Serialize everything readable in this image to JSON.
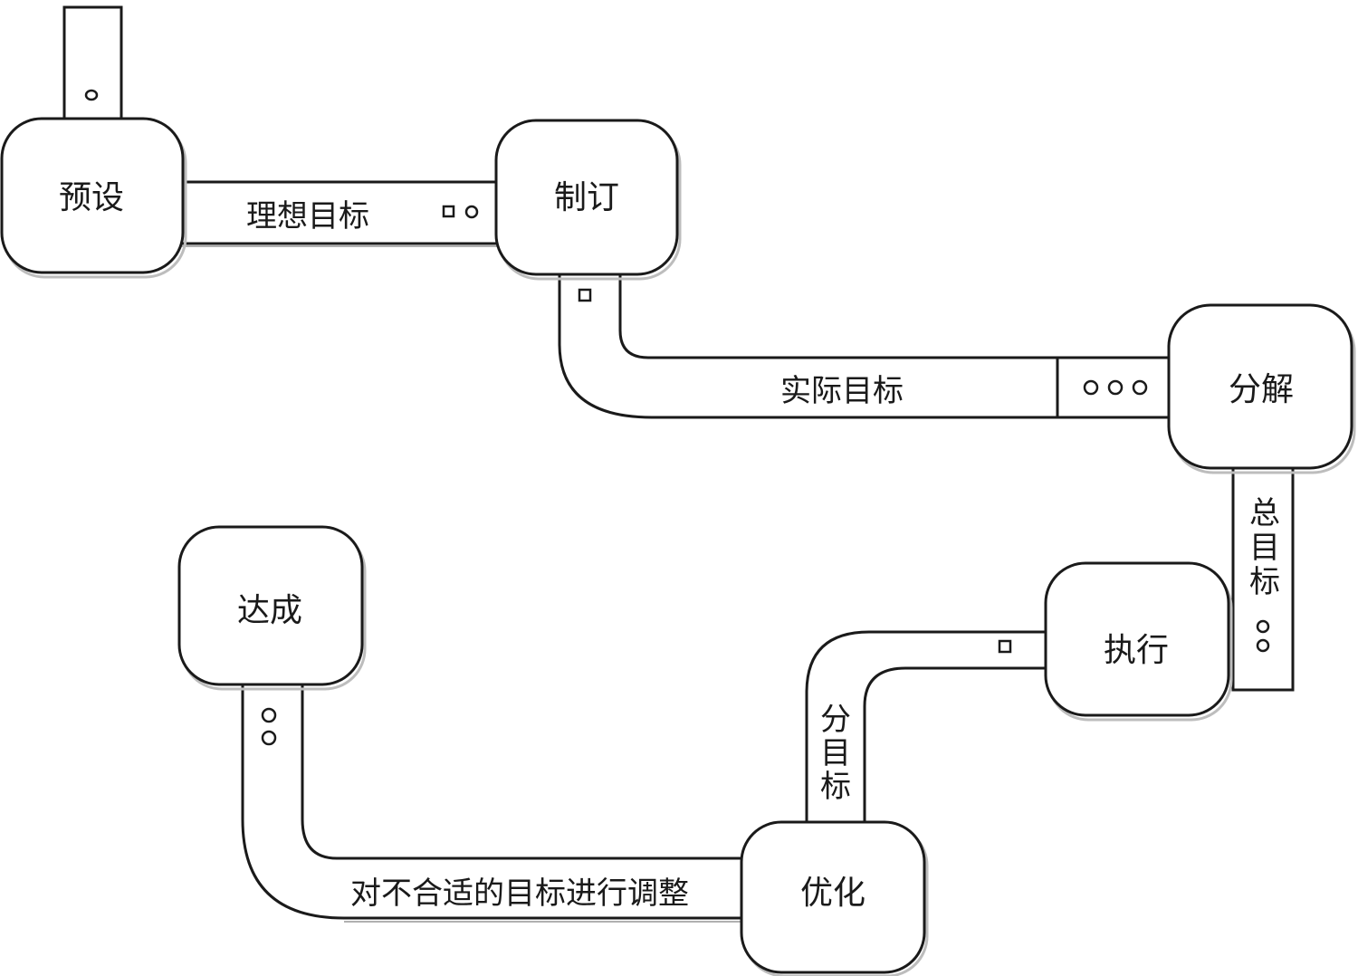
{
  "nodes": {
    "preset": "预设",
    "formulate": "制订",
    "decompose": "分解",
    "execute": "执行",
    "optimize": "优化",
    "achieve": "达成"
  },
  "connectors": {
    "ideal_goal": "理想目标",
    "actual_goal": "实际目标",
    "total_goal": [
      "总",
      "目",
      "标"
    ],
    "sub_goal": [
      "分",
      "目",
      "标"
    ],
    "adjust": "对不合适的目标进行调整"
  }
}
